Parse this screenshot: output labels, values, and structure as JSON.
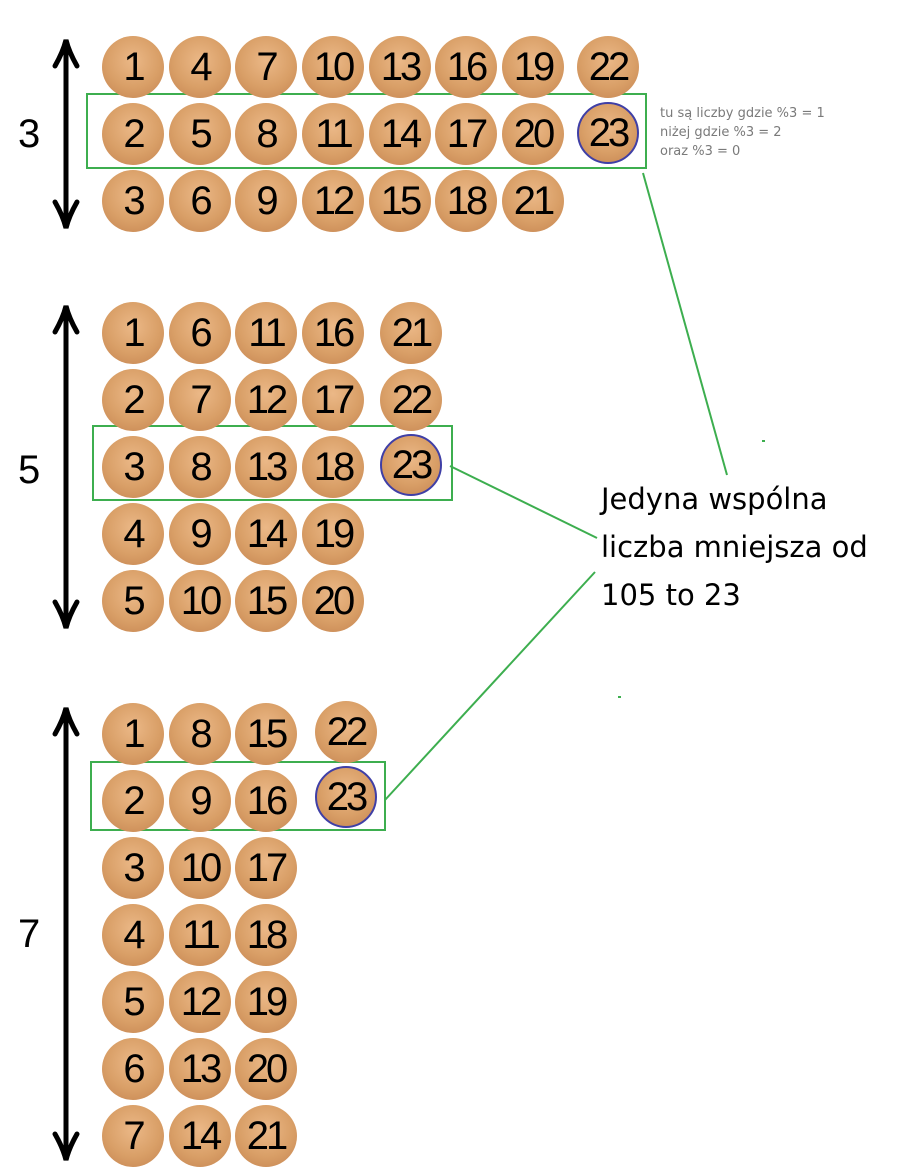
{
  "groups": [
    {
      "label": "3",
      "columns": [
        [
          1,
          2,
          3
        ],
        [
          4,
          5,
          6
        ],
        [
          7,
          8,
          9
        ],
        [
          10,
          11,
          12
        ],
        [
          13,
          14,
          15
        ],
        [
          16,
          17,
          18
        ],
        [
          19,
          20,
          21
        ],
        [
          22,
          23
        ]
      ]
    },
    {
      "label": "5",
      "columns": [
        [
          1,
          2,
          3,
          4,
          5
        ],
        [
          6,
          7,
          8,
          9,
          10
        ],
        [
          11,
          12,
          13,
          14,
          15
        ],
        [
          16,
          17,
          18,
          19,
          20
        ],
        [
          21,
          22,
          23
        ]
      ]
    },
    {
      "label": "7",
      "columns": [
        [
          1,
          2,
          3,
          4,
          5,
          6,
          7
        ],
        [
          8,
          9,
          10,
          11,
          12,
          13,
          14
        ],
        [
          15,
          16,
          17,
          18,
          19,
          20,
          21
        ],
        [
          22,
          23
        ]
      ]
    }
  ],
  "highlight_number": 23,
  "annotations": {
    "remainder_note": [
      "tu są liczby gdzie %3 = 1",
      "niżej gdzie %3 = 2",
      "oraz %3 = 0"
    ],
    "conclusion": [
      "Jedyna wspólna",
      "liczba mniejsza od",
      "105 to 23"
    ]
  },
  "colors": {
    "ball": "#d99f67",
    "box": "#3dae4f",
    "highlight_ring": "#3f3fa6",
    "note_text": "#7a7a7a"
  }
}
